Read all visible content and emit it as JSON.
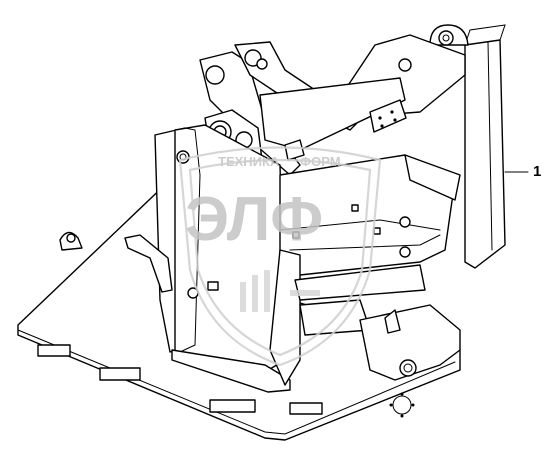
{
  "diagram": {
    "type": "exploded-parts-view",
    "callouts": [
      {
        "id": "callout-1",
        "label": "1"
      }
    ]
  },
  "watermark": {
    "top_text": "ТЕХНИКА",
    "top_text_right": "ФОРМ",
    "main_text": "ЭЛФ"
  },
  "colors": {
    "line": "#000000",
    "background": "#ffffff",
    "watermark": "#cfcfcf"
  }
}
